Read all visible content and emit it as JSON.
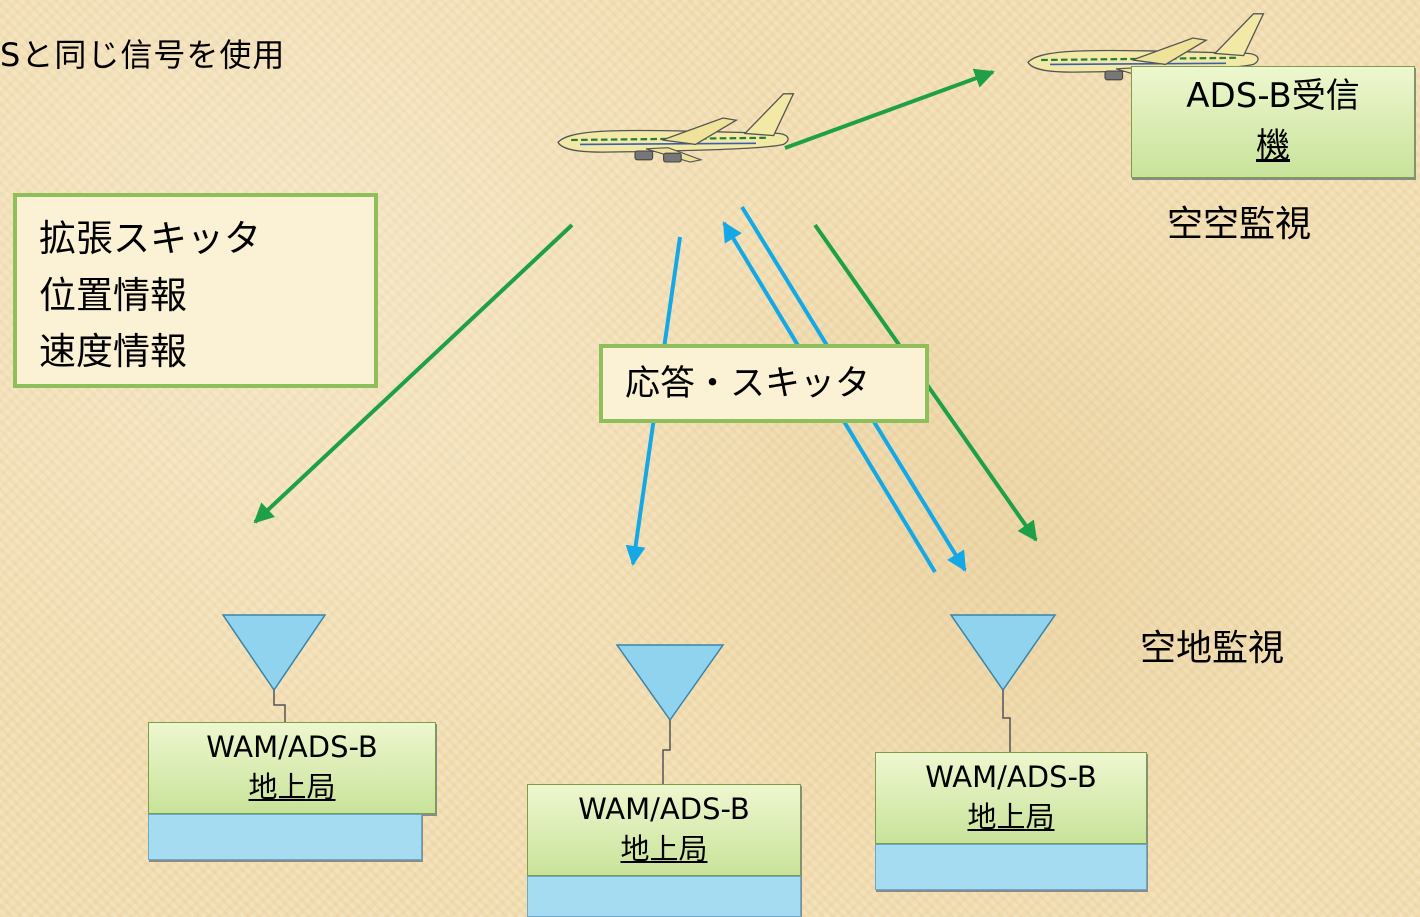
{
  "header_text": "Sと同じ信号を使用",
  "extended_squitter_box": {
    "lines": [
      "拡張スキッタ",
      "位置情報",
      "速度情報"
    ]
  },
  "reply_squitter_label": "応答・スキッタ",
  "adsb_receiver": {
    "line1": "ADS-B受信",
    "line2": "機"
  },
  "air_to_air_label": "空空監視",
  "air_to_ground_label": "空地監視",
  "stations": [
    {
      "line1": "WAM/ADS-B",
      "line2": "地上局"
    },
    {
      "line1": "WAM/ADS-B",
      "line2": "地上局"
    },
    {
      "line1": "WAM/ADS-B",
      "line2": "地上局"
    }
  ],
  "colors": {
    "background": "#f3dfb3",
    "green_arrow": "#1fa048",
    "blue_arrow": "#14a9e6",
    "box_border": "#8fbf5a"
  }
}
